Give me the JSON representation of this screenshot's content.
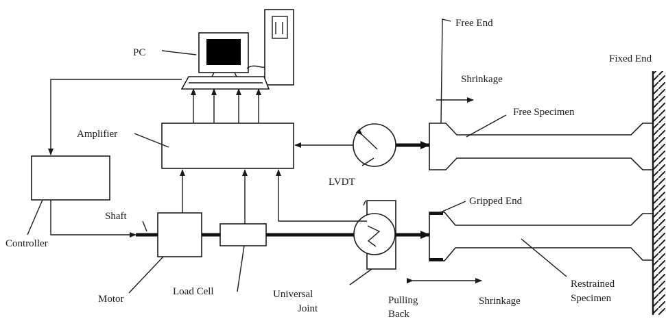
{
  "labels": {
    "pc": "PC",
    "free_end": "Free End",
    "fixed_end": "Fixed End",
    "shrinkage_top": "Shrinkage",
    "free_specimen": "Free Specimen",
    "amplifier": "Amplifier",
    "lvdt": "LVDT",
    "gripped_end": "Gripped End",
    "shaft": "Shaft",
    "controller": "Controller",
    "motor": "Motor",
    "load_cell": "Load Cell",
    "universal_joint_1": "Universal",
    "universal_joint_2": "Joint",
    "pulling_back_1": "Pulling",
    "pulling_back_2": "Back",
    "shrinkage_bottom": "Shrinkage",
    "restrained_specimen_1": "Restrained",
    "restrained_specimen_2": "Specimen"
  },
  "colors": {
    "line": "#1a1a1a",
    "screen": "#000000",
    "background": "#ffffff"
  }
}
